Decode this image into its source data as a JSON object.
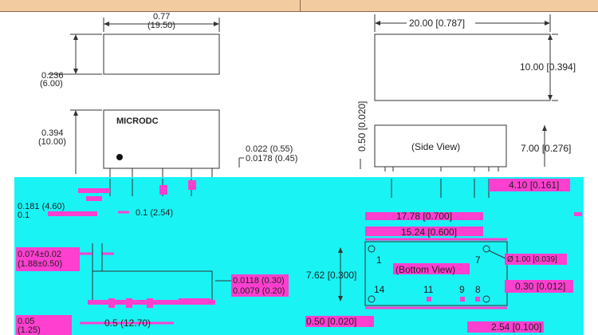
{
  "views": {
    "top_width": "0.77",
    "top_width_mm": "(19.50)",
    "top_height": "0.236",
    "top_height_mm": "(6.00)",
    "front_height": "0.394",
    "front_height_mm": "(10.00)",
    "brand": "MICRODC",
    "pin_thk_max": "0.022 (0.55)",
    "pin_thk_min": "0.0178 (0.45)",
    "standoff_in": "0.181 (4.60)",
    "standoff_in2": "0.1",
    "pitch_front": "0.1 (2.54)",
    "right_width": "20.00 [0.787]",
    "right_height": "10.00 [0.394]",
    "side_gap": "0.50 [0.020]",
    "side_label": "(Side View)",
    "side_height": "7.00 [0.276]",
    "pin_len": "4.10 [0.161]"
  },
  "bottom": {
    "pitch_a": "17.78 [0.700]",
    "pitch_b": "15.24 [0.600]",
    "pin_dia": "1.00 [0.039]",
    "row_gap": "7.62 [0.300]",
    "label": "(Bottom View)",
    "pin_width": "0.30 [0.012]",
    "left_inset": "0.074±0.02",
    "left_inset_mm": "(1.88±0.50)",
    "lead_max": "0.0118 (0.30)",
    "lead_min": "0.0079 (0.20)",
    "edge": "0.05",
    "edge_mm": "(1.25)",
    "base_width": "0.5 (12.70)",
    "corner": "0.50 [0.020]",
    "pitch_small": "2.54 [0.100]",
    "pin_numbers": [
      "1",
      "7",
      "14",
      "11",
      "9",
      "8"
    ]
  }
}
